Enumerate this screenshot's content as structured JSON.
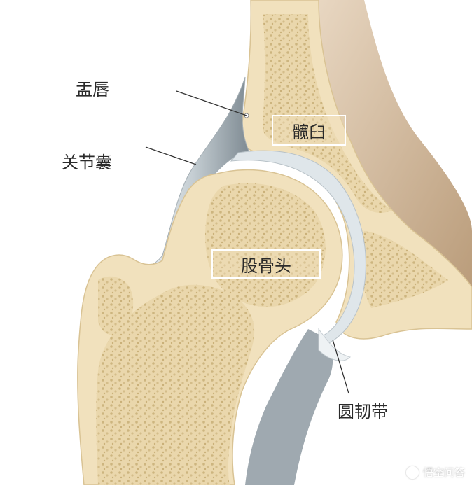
{
  "labels": {
    "labrum": "盂唇",
    "capsule": "关节囊",
    "acetabulum": "髋臼",
    "femoral_head": "股骨头",
    "ligamentum_teres": "圆韧带"
  },
  "watermark": {
    "text": "悟空问答"
  },
  "colors": {
    "bone": "#f1e1bd",
    "spongy": "#e6d2a5",
    "cartilage": "#dfe6ea",
    "capsule_shadow": "#8e9aa2",
    "ligament": "#eef2f4",
    "soft_tissue": "#c7ad90",
    "leader_line": "#333333"
  }
}
